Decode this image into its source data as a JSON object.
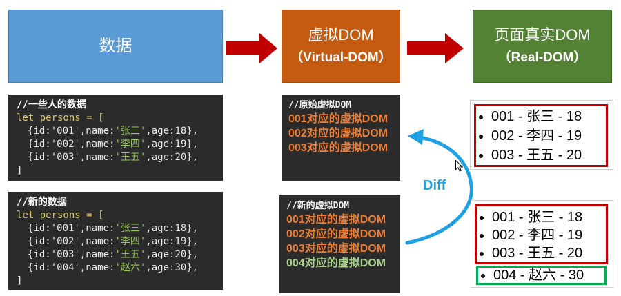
{
  "flow": {
    "arrow_color": "#c00000",
    "data_box": {
      "label": "数据",
      "bg": "#5b9bd5"
    },
    "virtual_dom_box": {
      "title": "虚拟DOM",
      "subtitle": "（Virtual-DOM）",
      "bg": "#c55a11"
    },
    "real_dom_box": {
      "title": "页面真实DOM",
      "subtitle": "（Real-DOM）",
      "bg": "#548235"
    }
  },
  "original_data": {
    "comment": "//一些人的数据",
    "declaration": "let persons = [",
    "rows": [
      {
        "pre": "{id:'001',name:",
        "name": "'张三'",
        "post": ",age:18},"
      },
      {
        "pre": "{id:'002',name:",
        "name": "'李四'",
        "post": ",age:19},"
      },
      {
        "pre": "{id:'003',name:",
        "name": "'王五'",
        "post": ",age:20},"
      }
    ],
    "closing": "]"
  },
  "new_data": {
    "comment": "//新的数据",
    "declaration": "let persons = [",
    "rows": [
      {
        "pre": "{id:'001',name:",
        "name": "'张三'",
        "post": ",age:18},"
      },
      {
        "pre": "{id:'002',name:",
        "name": "'李四'",
        "post": ",age:19},"
      },
      {
        "pre": "{id:'003',name:",
        "name": "'王五'",
        "post": ",age:20},"
      },
      {
        "pre": "{id:'004',name:",
        "name": "'赵六'",
        "post": ",age:30},"
      }
    ],
    "closing": "]"
  },
  "original_vdom": {
    "comment": "//原始虚拟DOM",
    "nodes": [
      {
        "text": "001对应的虚拟DOM",
        "color": "#ed7d31"
      },
      {
        "text": "002对应的虚拟DOM",
        "color": "#ed7d31"
      },
      {
        "text": "003对应的虚拟DOM",
        "color": "#ed7d31"
      }
    ]
  },
  "new_vdom": {
    "comment": "//新的虚拟DOM",
    "nodes": [
      {
        "text": "001对应的虚拟DOM",
        "color": "#ed7d31"
      },
      {
        "text": "002对应的虚拟DOM",
        "color": "#ed7d31"
      },
      {
        "text": "003对应的虚拟DOM",
        "color": "#ed7d31"
      },
      {
        "text": "004对应的虚拟DOM",
        "color": "#a9d18e"
      }
    ]
  },
  "diff": {
    "label": "Diff",
    "color": "#1ea0e2"
  },
  "real_dom_original": {
    "border_color": "#c00000",
    "items": [
      "001 - 张三 - 18",
      "002 - 李四 - 19",
      "003 - 王五 - 20"
    ]
  },
  "real_dom_new": {
    "reused_border_color": "#c00000",
    "added_border_color": "#00b050",
    "reused_items": [
      "001 - 张三 - 18",
      "002 - 李四 - 19",
      "003 - 王五 - 20"
    ],
    "added_items": [
      "004 - 赵六 - 30"
    ]
  }
}
